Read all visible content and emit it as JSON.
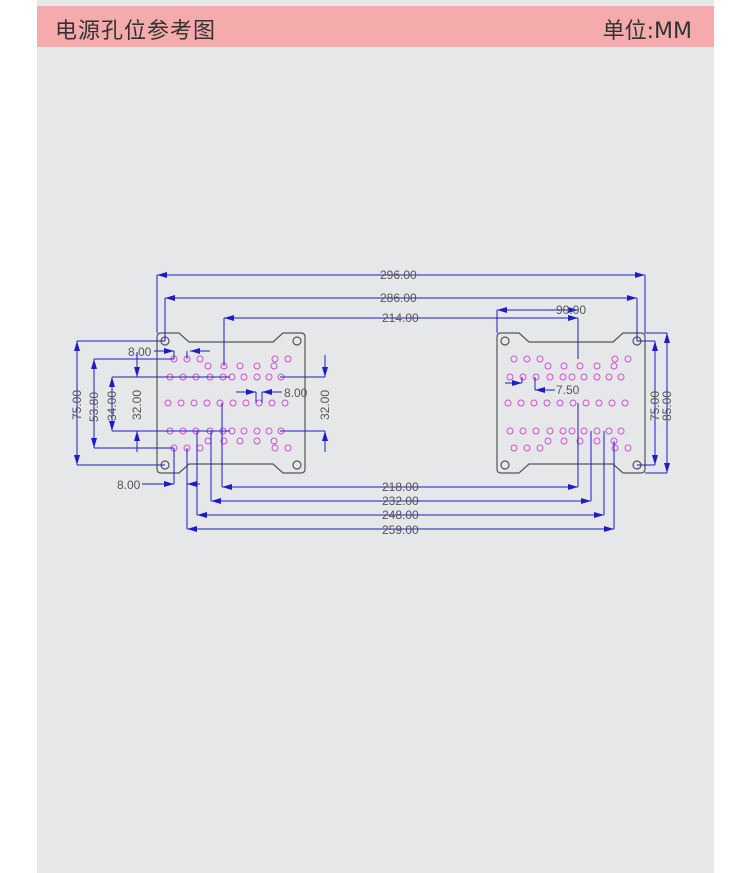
{
  "header": {
    "title": "电源孔位参考图",
    "unit": "单位:MM"
  },
  "colors": {
    "header_bg": "#f5aaab",
    "dimension": "#1c1cc8",
    "hole": "#d24fd2",
    "outline": "#555555"
  },
  "dimensions": {
    "d296": "296.00",
    "d286": "286.00",
    "d214": "214.00",
    "d90": "90.00",
    "d218": "218.00",
    "d232": "232.00",
    "d248": "248.00",
    "d259": "259.00",
    "d75_left": "75.00",
    "d53_8": "53.80",
    "d34": "34.00",
    "d32_left": "32.00",
    "d32_right": "32.00",
    "d75_right": "75.00",
    "d85": "85.00",
    "d8_top": "8.00",
    "d8_mid": "8.00",
    "d8_bottom": "8.00",
    "d7_5": "7.50"
  }
}
